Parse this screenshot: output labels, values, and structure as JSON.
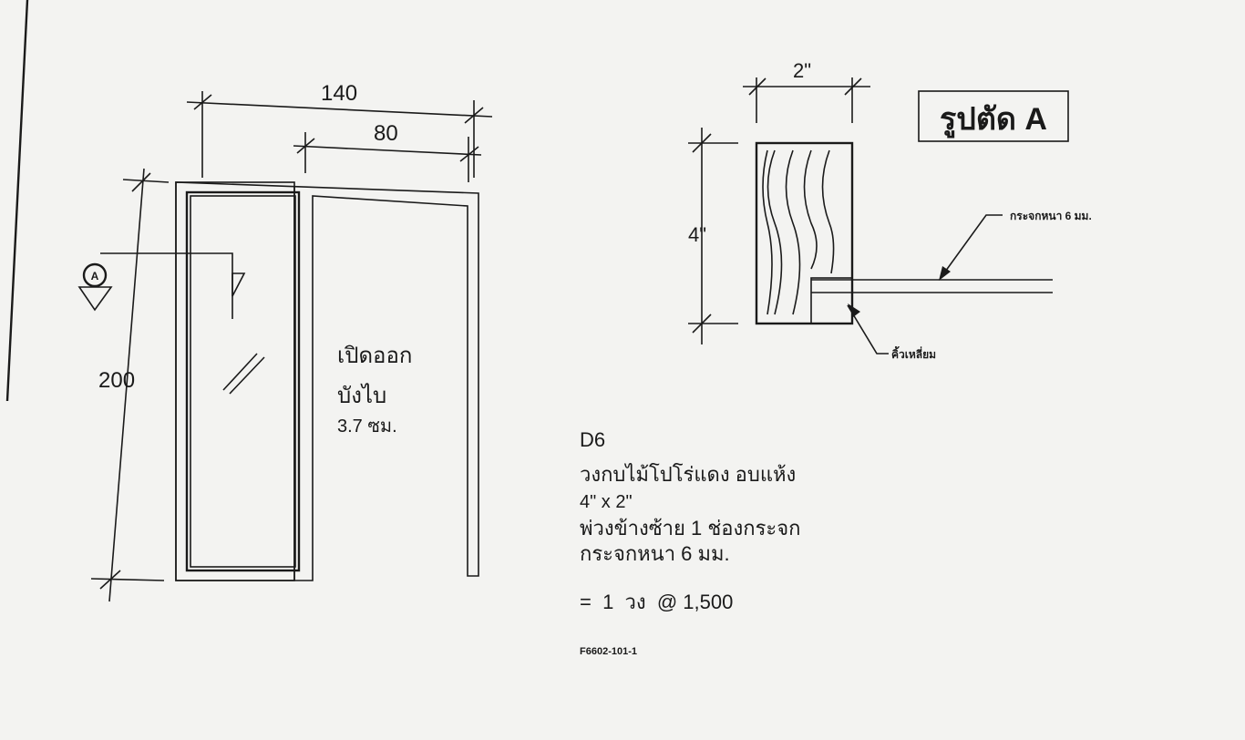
{
  "elevation": {
    "width_total": "140",
    "width_panel": "80",
    "height": "200",
    "section_marker": "A",
    "note_lines": [
      "เปิดออก",
      "บังไบ",
      "3.7 ซม."
    ]
  },
  "section": {
    "title": "รูปตัด A",
    "width_dim": "2\"",
    "height_dim": "4\"",
    "glass_label": "กระจกหนา 6 มม.",
    "bead_label": "คิ้วเหลี่ยม"
  },
  "spec": {
    "code": "D6",
    "lines": [
      "วงกบไม้โปโร่แดง อบแห้ง",
      "4\" x 2\"",
      "พ่วงข้างซ้าย 1 ช่องกระจก",
      "กระจกหนา 6 มม.",
      "=  1  วง  @ 1,500"
    ],
    "ref": "F6602-101-1"
  }
}
